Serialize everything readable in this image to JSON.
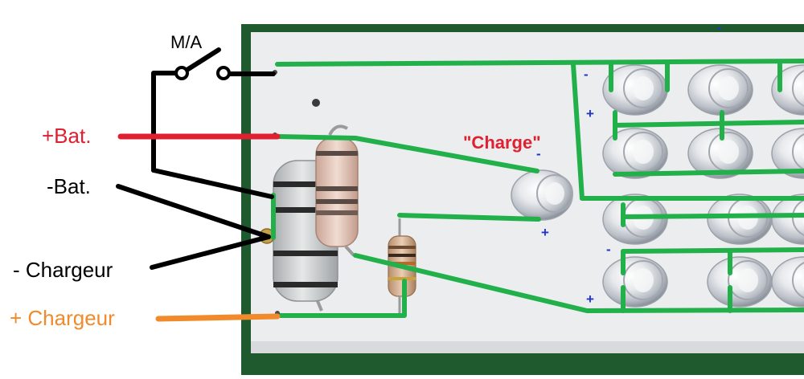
{
  "labels": {
    "switch": "M/A",
    "bat_plus": "+Bat.",
    "bat_minus": "-Bat.",
    "charger_minus": "- Chargeur",
    "charger_plus": "+ Chargeur",
    "charge_led": "\"Charge\""
  },
  "polarity": {
    "minus": "-",
    "plus": "+"
  },
  "colors": {
    "trace": "#22b04b",
    "battery_plus_wire": "#e02030",
    "charger_plus_wire": "#f08a2a",
    "black_wire": "#000000",
    "polarity_marks": "#2233cc",
    "board": "#ecedef",
    "board_edge": "#1f5a2e",
    "charge_label": "#e02030",
    "bat_plus_label": "#e02030",
    "charger_plus_label": "#f08a2a"
  }
}
